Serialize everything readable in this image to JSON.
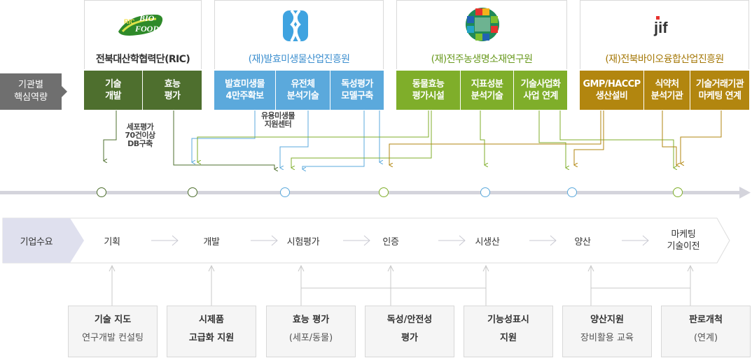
{
  "side_label": "기관별\n핵심역량",
  "orgs": [
    {
      "title": "전북대산학협력단(RIC)",
      "title_color": "#333333",
      "logo": "ric-biofood-logo",
      "logo_text_a": "RIC",
      "logo_text_b": "BIO",
      "logo_text_c": "FOOD",
      "caps": [
        {
          "label": "기술\n개발"
        },
        {
          "label": "효능\n평가"
        }
      ]
    },
    {
      "title": "(재)발효미생물산업진흥원",
      "title_color": "#3d8fcf",
      "logo": "fermentation-logo",
      "caps": [
        {
          "label": "발효미생물\n4만주확보"
        },
        {
          "label": "유전체\n분석기술"
        },
        {
          "label": "독성평가\n모델구축"
        }
      ]
    },
    {
      "title": "(재)전주농생명소재연구원",
      "title_color": "#6a9a1f",
      "logo": "globe-logo",
      "caps": [
        {
          "label": "동물효능\n평가시설"
        },
        {
          "label": "지표성분\n분석기술"
        },
        {
          "label": "기술사업화\n사업 연계"
        }
      ]
    },
    {
      "title": "(재)전북바이오융합산업진흥원",
      "title_color": "#a57808",
      "logo": "jif-logo",
      "logo_text_a": "jif",
      "caps": [
        {
          "label": "GMP/HACCP\n생산설비"
        },
        {
          "label": "식약처\n분석기관"
        },
        {
          "label": "기술거래기관\n마케팅 연계"
        }
      ]
    }
  ],
  "notes": {
    "ric": "세포평가\n70건이상\nDB구축",
    "micro": "유용미생물\n지원센터"
  },
  "flow": {
    "start": "기업수요",
    "stages": [
      "기획",
      "개발",
      "시험평가",
      "인증",
      "시생산",
      "양산",
      "마케팅\n기술이전"
    ]
  },
  "supports": [
    {
      "title": "기술 지도",
      "sub": "연구개발 컨설팅"
    },
    {
      "title": "시제품",
      "sub": "고급화 지원",
      "sub_bold": true
    },
    {
      "title": "효능 평가",
      "sub": "(세포/동물)"
    },
    {
      "title": "독성/안전성",
      "sub": "평가",
      "sub_bold": true
    },
    {
      "title": "기능성표시",
      "sub": "지원",
      "sub_bold": true
    },
    {
      "title": "양산지원",
      "sub": "장비활용 교육"
    },
    {
      "title": "판로개척",
      "sub": "(연계)"
    }
  ],
  "colors": {
    "ric": "#4e6f2e",
    "micro": "#5ba9dc",
    "jnbio": "#7fae2a",
    "bio": "#b2860f",
    "timeline": "#d4d4dc",
    "flow_bg": "#f0f0f6",
    "start_bg": "#dfe0ee"
  }
}
